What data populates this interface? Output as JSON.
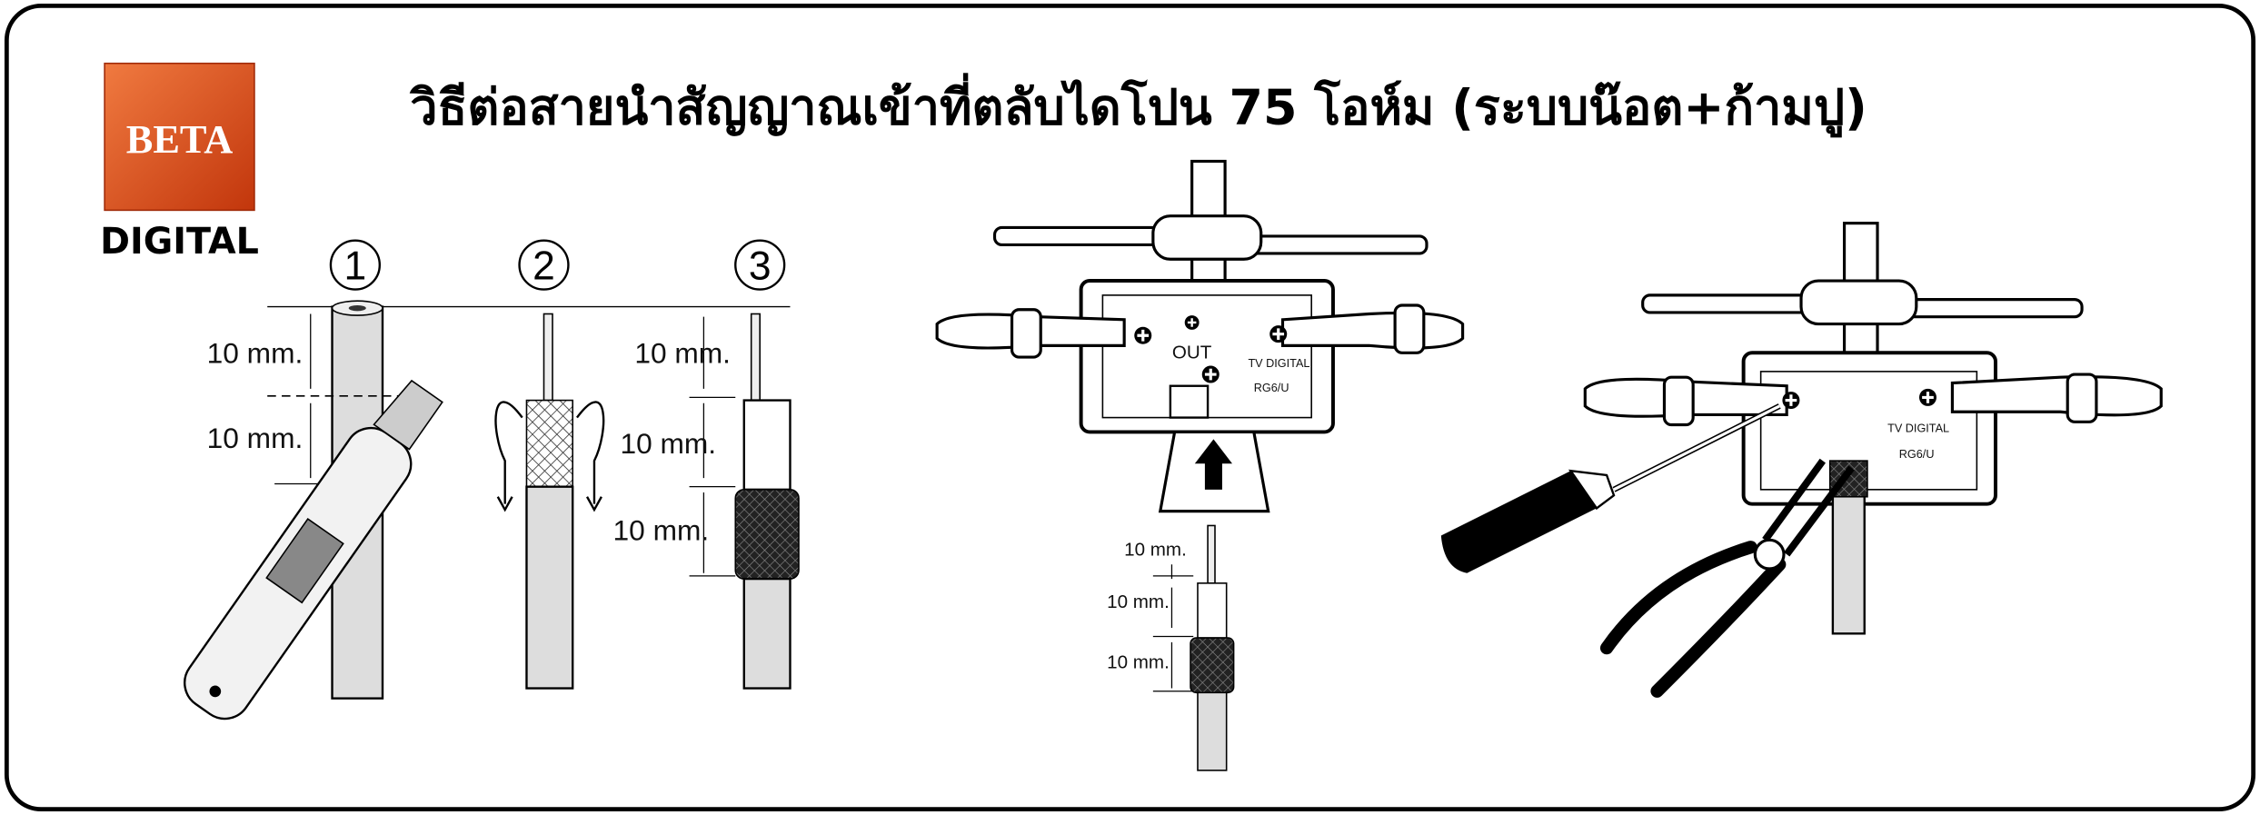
{
  "title": "วิธีต่อสายนำสัญญาณเข้าที่ตลับไดโปน 75 โอห์ม (ระบบน๊อต+ก้ามปู)",
  "logo": {
    "top": "BETA",
    "bottom": "DIGITAL",
    "color": "#e0501a"
  },
  "steps": [
    {
      "number": "1",
      "labels": [
        "10 mm.",
        "10 mm."
      ]
    },
    {
      "number": "2"
    },
    {
      "number": "3",
      "labels": [
        "10 mm.",
        "10 mm.",
        "10 mm."
      ]
    }
  ],
  "dipole_center": {
    "out": "OUT",
    "tv": "TV DIGITAL",
    "cable": "RG6/U",
    "labels": [
      "10 mm.",
      "10 mm.",
      "10 mm."
    ]
  },
  "dipole_right": {
    "tv": "TV DIGITAL",
    "cable": "RG6/U"
  }
}
